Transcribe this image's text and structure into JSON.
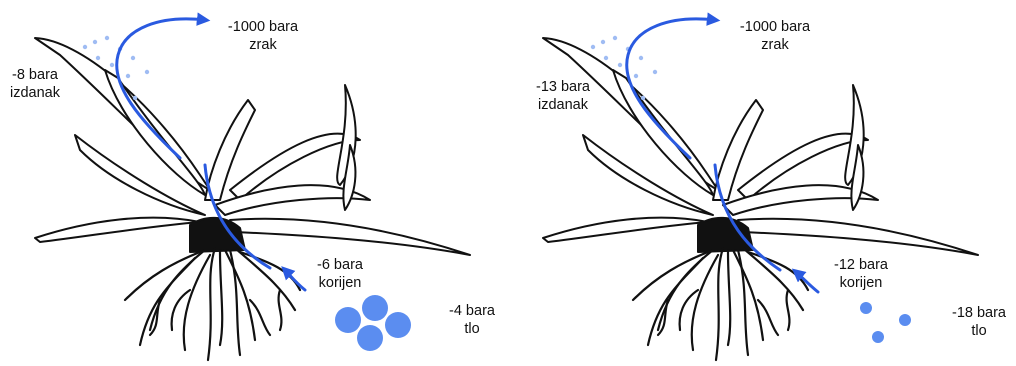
{
  "panels": [
    {
      "air": {
        "value": "-1000 bara",
        "name": "zrak"
      },
      "shoot": {
        "value": "-8 bara",
        "name": "izdanak"
      },
      "root": {
        "value": "-6 bara",
        "name": "korijen"
      },
      "soil": {
        "value": "-4 bara",
        "name": "tlo"
      }
    },
    {
      "air": {
        "value": "-1000 bara",
        "name": "zrak"
      },
      "shoot": {
        "value": "-13 bara",
        "name": "izdanak"
      },
      "root": {
        "value": "-12 bara",
        "name": "korijen"
      },
      "soil": {
        "value": "-18 bara",
        "name": "tlo"
      }
    }
  ],
  "colors": {
    "arrow": "#2a5ae0",
    "water": "#5b8df0",
    "vapor": "#9fbcf3",
    "plant": "#111111"
  }
}
